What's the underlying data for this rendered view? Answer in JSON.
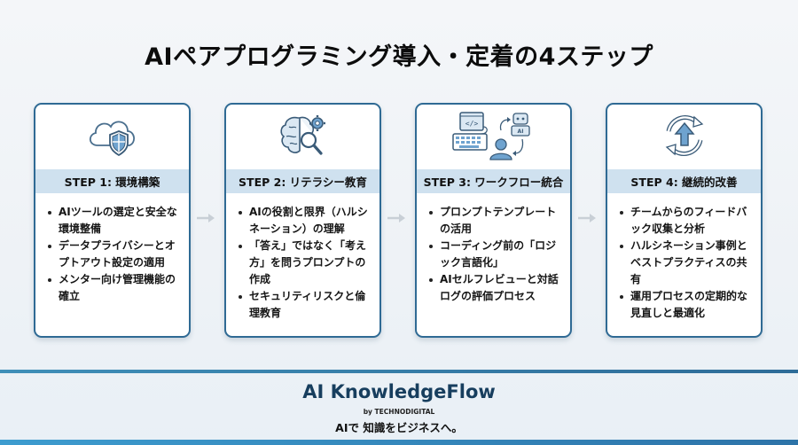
{
  "title": "AIペアプログラミング導入・定着の4ステップ",
  "colors": {
    "card_border": "#2f6a94",
    "header_band": "#cfe1ef",
    "icon_fill": "#6fa3cf",
    "icon_stroke": "#3a5b78",
    "arrow": "#c8cfd6",
    "brand_text": "#173e5e",
    "footer_line": "#2e6c98"
  },
  "steps": [
    {
      "icon": "cloud-shield-icon",
      "header": "STEP 1: 環境構築",
      "items": [
        "AIツールの選定と安全な環境整備",
        "データプライバシーとオプトアウト設定の適用",
        "メンター向け管理機能の確立"
      ]
    },
    {
      "icon": "brain-gear-magnifier-icon",
      "header": "STEP 2: リテラシー教育",
      "items": [
        "AIの役割と限界（ハルシネーション）の理解",
        "「答え」ではなく「考え方」を問うプロンプトの作成",
        "セキュリティリスクと倫理教育"
      ]
    },
    {
      "icon": "code-keyboard-ai-user-icon",
      "header": "STEP 3: ワークフロー統合",
      "icon_label": "AI",
      "items": [
        "プロンプトテンプレートの活用",
        "コーディング前の「ロジック言語化」",
        "AIセルフレビューと対話ログの評価プロセス"
      ]
    },
    {
      "icon": "cycle-up-arrow-icon",
      "header": "STEP 4: 継続的改善",
      "items": [
        "チームからのフィードバック収集と分析",
        "ハルシネーション事例とベストプラクティスの共有",
        "運用プロセスの定期的な見直しと最適化"
      ]
    }
  ],
  "footer": {
    "brand": "AI KnowledgeFlow",
    "byline": "by TECHNODIGITAL",
    "tagline": "AIで 知識をビジネスへ。"
  }
}
